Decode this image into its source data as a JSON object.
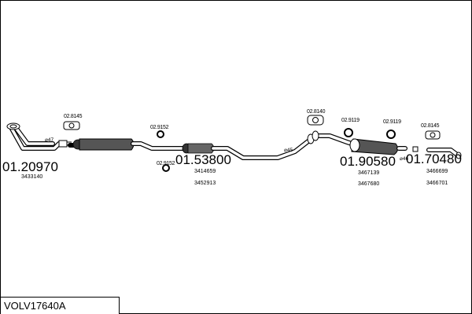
{
  "diagram_title": "VOLV17640A",
  "parts": [
    {
      "part_no": "01.20970",
      "refs": [
        "3433140"
      ]
    },
    {
      "part_no": "01.53800",
      "refs": [
        "3414659",
        "3452913"
      ]
    },
    {
      "part_no": "01.90580",
      "refs": [
        "3467139",
        "3467680"
      ]
    },
    {
      "part_no": "01.70480",
      "refs": [
        "3466699",
        "3466701"
      ]
    }
  ],
  "accessories": [
    {
      "part_no": "02.8145",
      "icon": "hanger-icon"
    },
    {
      "part_no": "02.9152",
      "icon": "ring-icon"
    },
    {
      "part_no": "02.9152",
      "icon": "ring-icon"
    },
    {
      "part_no": "02.8140",
      "icon": "hanger-icon"
    },
    {
      "part_no": "02.9119",
      "icon": "ring-icon"
    },
    {
      "part_no": "02.9119",
      "icon": "ring-icon"
    },
    {
      "part_no": "02.8145",
      "icon": "hanger-icon"
    }
  ],
  "diameters": [
    "⌀47",
    "⌀45",
    "⌀46"
  ]
}
